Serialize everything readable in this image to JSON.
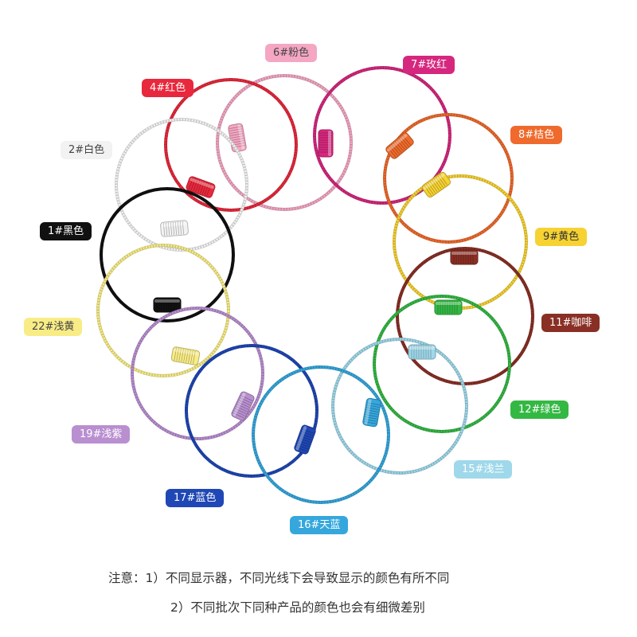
{
  "rings": [
    {
      "code": "6#粉色",
      "color": "#f4a6c3",
      "text_color": "#444444"
    },
    {
      "code": "7#玫红",
      "color": "#d6277e",
      "text_color": "#ffffff"
    },
    {
      "code": "4#红色",
      "color": "#e8283c",
      "text_color": "#ffffff"
    },
    {
      "code": "8#桔色",
      "color": "#ef6a2c",
      "text_color": "#ffffff"
    },
    {
      "code": "2#白色",
      "color": "#f2f2f2",
      "text_color": "#444444"
    },
    {
      "code": "9#黄色",
      "color": "#f6d232",
      "text_color": "#333333"
    },
    {
      "code": "1#黑色",
      "color": "#111111",
      "text_color": "#ffffff"
    },
    {
      "code": "11#咖啡",
      "color": "#8a2f25",
      "text_color": "#ffffff"
    },
    {
      "code": "22#浅黄",
      "color": "#f8ec86",
      "text_color": "#444444"
    },
    {
      "code": "12#绿色",
      "color": "#34b844",
      "text_color": "#ffffff"
    },
    {
      "code": "19#浅紫",
      "color": "#b98fd0",
      "text_color": "#ffffff"
    },
    {
      "code": "15#浅兰",
      "color": "#9fd8ea",
      "text_color": "#ffffff"
    },
    {
      "code": "17#蓝色",
      "color": "#1f47b5",
      "text_color": "#ffffff"
    },
    {
      "code": "16#天蓝",
      "color": "#35a7dd",
      "text_color": "#ffffff"
    }
  ],
  "notes": {
    "line1": "注意：1）不同显示器，不同光线下会导致显示的颜色有所不同",
    "line2": "2）不同批次下同种产品的颜色也会有细微差别"
  }
}
